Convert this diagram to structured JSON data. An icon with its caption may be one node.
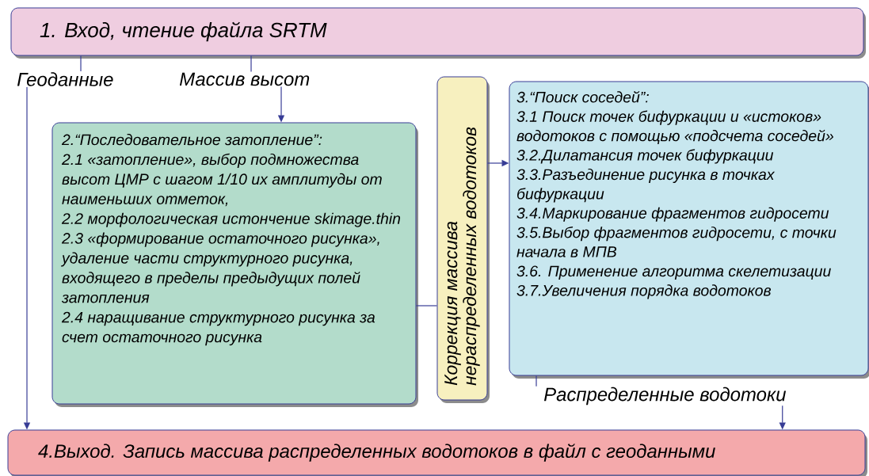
{
  "diagram": {
    "nodes": [
      {
        "text": [
          "1. Вход, чтение файла SRTM"
        ]
      },
      {
        "text": [
          "Геоданные"
        ]
      },
      {
        "text": [
          "Массив высот"
        ]
      },
      {
        "text": [
          "2.“Последовательное затопление”:",
          "2.1 «затопление», выбор подмножества высот ЦМР с шагом 1/10 их амплитуды от наименьших отметок,",
          "2.2 морфологическая истончение skimage.thin",
          "2.3 «формирование остаточного рисунка», удаление части структурного рисунка, входящего в пределы предыдущих полей затопления",
          "2.4 наращивание структурного рисунка за счет остаточного рисунка"
        ]
      },
      {
        "text": [
          "Коррекция массива нераспределенных водотоков"
        ]
      },
      {
        "text": [
          "3.“Поиск соседей”:",
          "3.1 Поиск точек бифуркации и «истоков» водотоков с помощью «подсчета соседей»",
          "3.2.Дилатансия точек бифуркации",
          "3.3.Разъединение рисунка в точках бифуркации",
          "3.4.Маркирование фрагментов гидросети",
          "3.5.Выбор фрагментов гидросети, с точки начала в МПВ",
          "3.6. Применение алгоритма скелетизации",
          "3.7.Увеличения порядка водотоков"
        ]
      },
      {
        "text": [
          "Распределенные водотоки"
        ]
      },
      {
        "text": [
          "4.Выход. Запись массива распределенных водотоков в файл с геоданными"
        ]
      }
    ],
    "edges": [
      {
        "from": 0,
        "to": 1,
        "arrow": "none"
      },
      {
        "from": 0,
        "to": 2,
        "arrow": "none"
      },
      {
        "from": 1,
        "to": 7,
        "arrow": "to"
      },
      {
        "from": 2,
        "to": 3,
        "arrow": "to"
      },
      {
        "from": 3,
        "to": 4,
        "arrow": "none"
      },
      {
        "from": 4,
        "to": 5,
        "arrow": "to"
      },
      {
        "from": 5,
        "to": 6,
        "arrow": "none"
      },
      {
        "from": 6,
        "to": 7,
        "arrow": "to"
      }
    ]
  }
}
